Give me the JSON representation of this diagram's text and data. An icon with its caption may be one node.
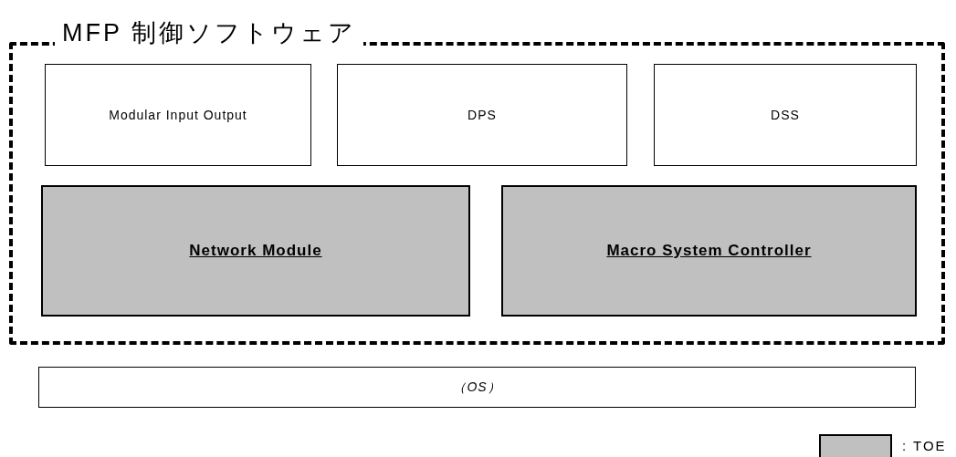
{
  "diagram": {
    "nodes": [
      {
        "text": [
          "MFP 制御ソフトウェア"
        ]
      },
      {
        "text": [
          "Modular Input Output"
        ],
        "in": 0
      },
      {
        "text": [
          "DPS"
        ],
        "in": 0
      },
      {
        "text": [
          "DSS"
        ],
        "in": 0
      },
      {
        "text": [
          "Network Module"
        ],
        "in": 0
      },
      {
        "text": [
          "Macro System Controller"
        ],
        "in": 0
      },
      {
        "text": [
          "（OS）"
        ]
      }
    ],
    "legend": [
      {
        "text": ": TOE",
        "color": "#c0c0c0"
      }
    ]
  }
}
